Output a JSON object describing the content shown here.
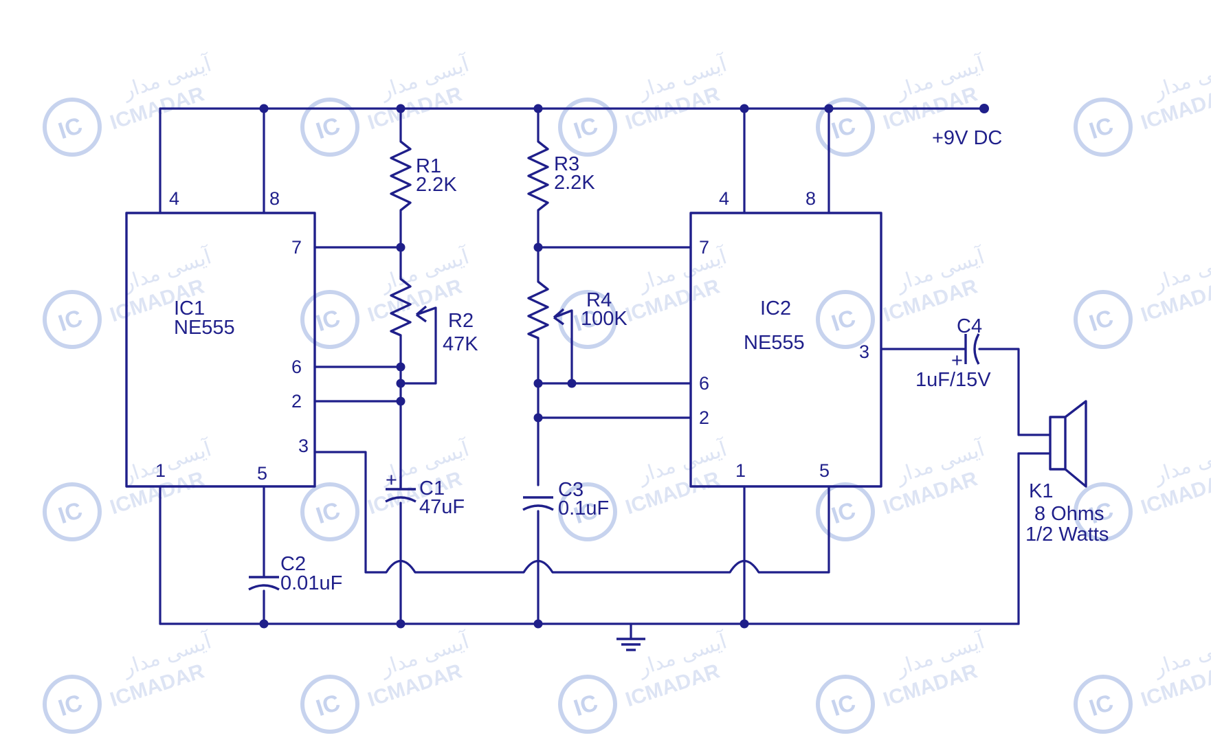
{
  "colors": {
    "ink": "#1f1f8a",
    "watermark": "#c7d3ee",
    "background": "#ffffff"
  },
  "supply": {
    "label": "+9V DC"
  },
  "ic1": {
    "name": "IC1",
    "type": "NE555",
    "pins": {
      "p4": "4",
      "p8": "8",
      "p7": "7",
      "p6": "6",
      "p2": "2",
      "p3": "3",
      "p1": "1",
      "p5": "5"
    }
  },
  "ic2": {
    "name": "IC2",
    "type": "NE555",
    "pins": {
      "p4": "4",
      "p8": "8",
      "p7": "7",
      "p6": "6",
      "p2": "2",
      "p3": "3",
      "p1": "1",
      "p5": "5"
    }
  },
  "components": {
    "r1": {
      "ref": "R1",
      "value": "2.2K"
    },
    "r2": {
      "ref": "R2",
      "value": "47K"
    },
    "r3": {
      "ref": "R3",
      "value": "2.2K"
    },
    "r4": {
      "ref": "R4",
      "value": "100K"
    },
    "c1": {
      "ref": "C1",
      "value": "47uF"
    },
    "c2": {
      "ref": "C2",
      "value": "0.01uF"
    },
    "c3": {
      "ref": "C3",
      "value": "0.1uF"
    },
    "c4": {
      "ref": "C4",
      "value": "1uF/15V"
    },
    "k1": {
      "ref": "K1",
      "value": "8 Ohms",
      "rating": "1/2 Watts"
    }
  },
  "polarity": {
    "plus": "+"
  },
  "watermark": {
    "brand": "ICMADAR",
    "brand_fa": "آیسی مدار",
    "logo": "IC"
  }
}
